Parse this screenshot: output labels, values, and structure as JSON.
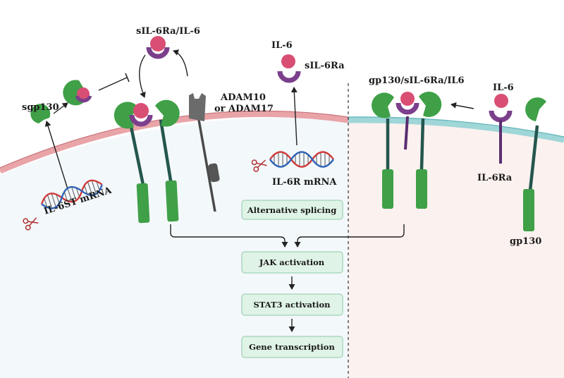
{
  "labels": {
    "sil6ra_il6_top": "sIL-6Ra/IL-6",
    "il6_mid": "IL-6",
    "sil6ra_mid": "sIL-6Ra",
    "sgp130": "sgp130",
    "adam_line1": "ADAM10",
    "adam_line2": "or ADAM17",
    "gp130_complex": "gp130/sIL-6Ra/IL6",
    "il6_right": "IL-6",
    "il6ra_right": "IL-6Ra",
    "gp130_right": "gp130",
    "il6st_mrna": "IL-6ST mRNA",
    "il6r_mrna": "IL-6R mRNA"
  },
  "boxes": {
    "alt_splicing": "Alternative splicing",
    "jak": "JAK activation",
    "stat3": "STAT3 activation",
    "gene": "Gene transcription"
  },
  "colors": {
    "left_bg": "#f3f8fb",
    "right_bg": "#fbf1ef",
    "membrane_left": "#e9a4a8",
    "membrane_right": "#9fd6d8",
    "receptor_green": "#3fa047",
    "stalk": "#24564d",
    "il6_pink": "#d94f74",
    "ra_purple": "#7b3f8c",
    "adam_gray": "#6b6b6b",
    "box_fill": "#dff3e6",
    "box_stroke": "#8fc9a8"
  }
}
